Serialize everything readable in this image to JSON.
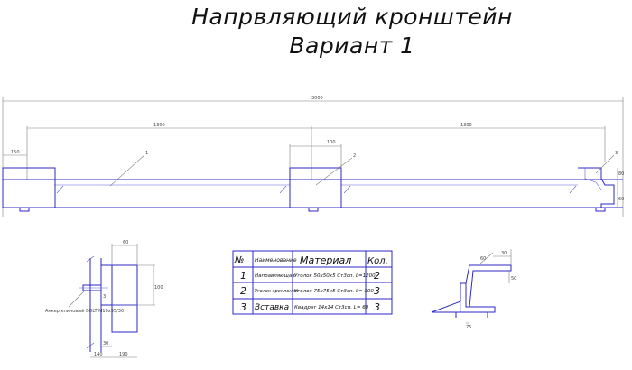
{
  "title": {
    "line1": "Напрвляющий кронштейн",
    "line2": "Вариант 1"
  },
  "dimensions": {
    "overall": "3000",
    "span_left": "1300",
    "span_right": "1300",
    "left_end": "150",
    "center_block": "100",
    "right_detail_1": "80",
    "right_detail_2": "60",
    "detail_top": "60",
    "detail_height": "100",
    "detail_bottom_1": "30",
    "detail_bottom_2": "140",
    "detail_bottom_3": "190",
    "anchor_note": "Анкер клиновый BOLT M10x95/30",
    "side_1": "30",
    "side_2": "60",
    "side_3": "50",
    "side_4": "75"
  },
  "leaders": [
    "1",
    "2",
    "3",
    "3"
  ],
  "table": {
    "headers": [
      "№",
      "Наименование",
      "Материал",
      "Кол."
    ],
    "rows": [
      [
        "1",
        "Направляющая",
        "Уголок 50х50х5 Ст3сп. L=1200",
        "2"
      ],
      [
        "2",
        "Уголок крепления",
        "Уголок 75х75х5 Ст3сп. L= 100",
        "3"
      ],
      [
        "3",
        "Вставка",
        "Квадрат 14х14 Ст3сп. L= 60",
        "3"
      ]
    ]
  },
  "colors": {
    "lines": "#2b27c6",
    "dimensions": "#7d7d7d",
    "text": "#111111"
  }
}
